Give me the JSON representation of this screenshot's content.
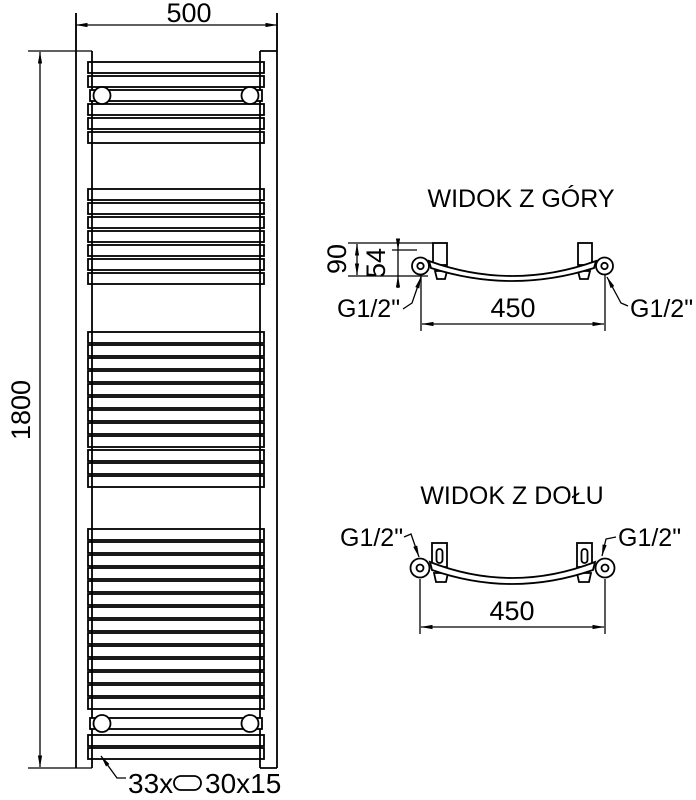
{
  "front_view": {
    "width": "500",
    "height": "1800",
    "rung_count": "33x",
    "rung_size": "30x15"
  },
  "top_view": {
    "title": "WIDOK Z GÓRY",
    "depth": "90",
    "axis_depth": "54",
    "span": "450",
    "left_fitting": "G1/2\"",
    "right_fitting": "G1/2\""
  },
  "bottom_view": {
    "title": "WIDOK Z DOŁU",
    "span": "450",
    "left_fitting": "G1/2\"",
    "right_fitting": "G1/2\""
  },
  "colors": {
    "line": "#000000",
    "background": "#ffffff"
  }
}
